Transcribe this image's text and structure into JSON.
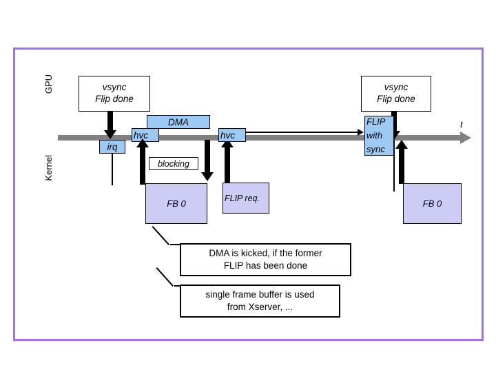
{
  "slide": {
    "border_color": "#a56ef0",
    "background": "#ffffff"
  },
  "palette": {
    "blue_box": "#9dc9f5",
    "lavender_box": "#ccccf5",
    "timeline_gray": "#808080",
    "line_black": "#000000",
    "border_purple": "#a56ef0"
  },
  "lanes": {
    "gpu_label": "GPU",
    "kernel_label": "Kernel"
  },
  "timeline": {
    "axis_label": "t"
  },
  "gpu_events": [
    {
      "line1": "vsync",
      "line2": "Flip done"
    },
    {
      "line1": "vsync",
      "line2": "Flip done"
    }
  ],
  "boxes": {
    "irq": "irq",
    "hvc_1": "hvc",
    "hvc_2": "hvc",
    "dma": "DMA",
    "flip_with_sync_l1": "FLIP",
    "flip_with_sync_l2": "with",
    "flip_with_sync_l3": "sync",
    "blocking": "blocking",
    "fb0_left": "FB 0",
    "fb0_right": "FB 0",
    "flip_req": "FLIP req."
  },
  "notes": [
    {
      "line1": "DMA is kicked, if the former",
      "line2": "FLIP has been done"
    },
    {
      "line1": "single frame buffer is used",
      "line2": "from Xserver, ..."
    }
  ]
}
